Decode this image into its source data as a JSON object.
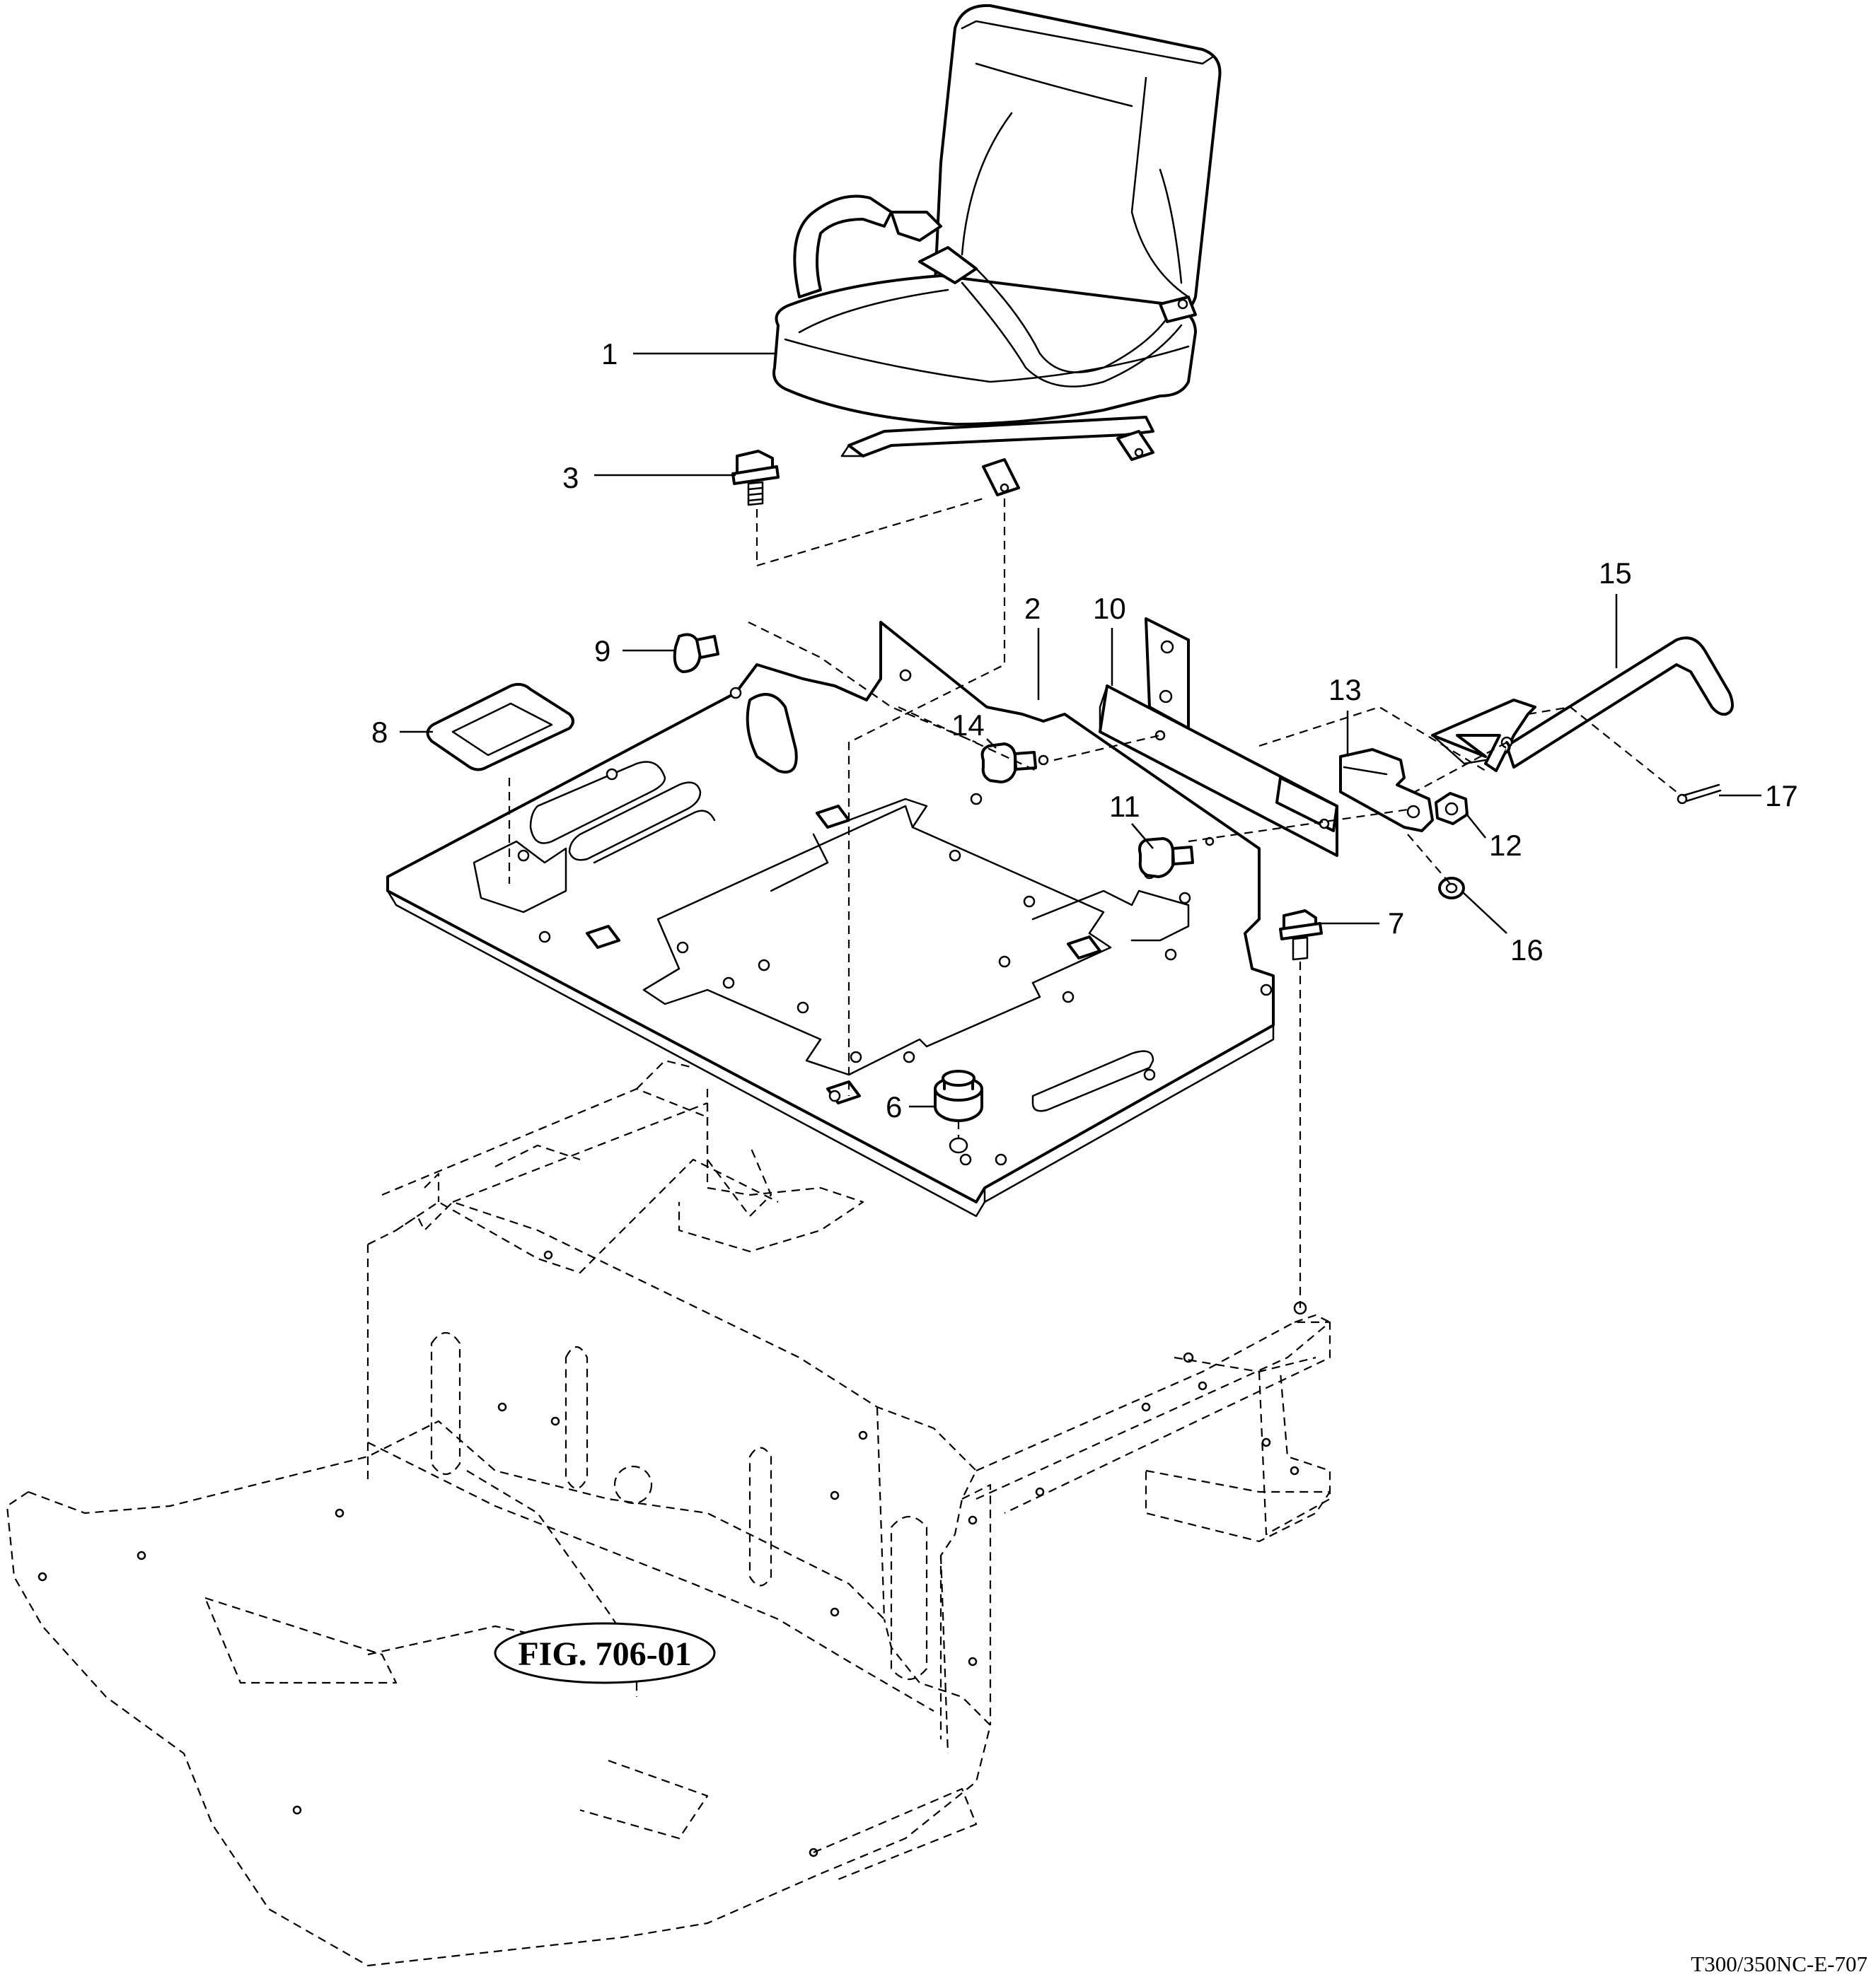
{
  "figure": {
    "label": "FIG. 706-01",
    "document_id": "T300/350NC-E-707"
  },
  "callouts": [
    {
      "id": "1",
      "label": "1"
    },
    {
      "id": "2",
      "label": "2"
    },
    {
      "id": "3",
      "label": "3"
    },
    {
      "id": "6",
      "label": "6"
    },
    {
      "id": "7",
      "label": "7"
    },
    {
      "id": "8",
      "label": "8"
    },
    {
      "id": "9",
      "label": "9"
    },
    {
      "id": "10",
      "label": "10"
    },
    {
      "id": "11",
      "label": "11"
    },
    {
      "id": "12",
      "label": "12"
    },
    {
      "id": "13",
      "label": "13"
    },
    {
      "id": "14",
      "label": "14"
    },
    {
      "id": "15",
      "label": "15"
    },
    {
      "id": "16",
      "label": "16"
    },
    {
      "id": "17",
      "label": "17"
    }
  ]
}
